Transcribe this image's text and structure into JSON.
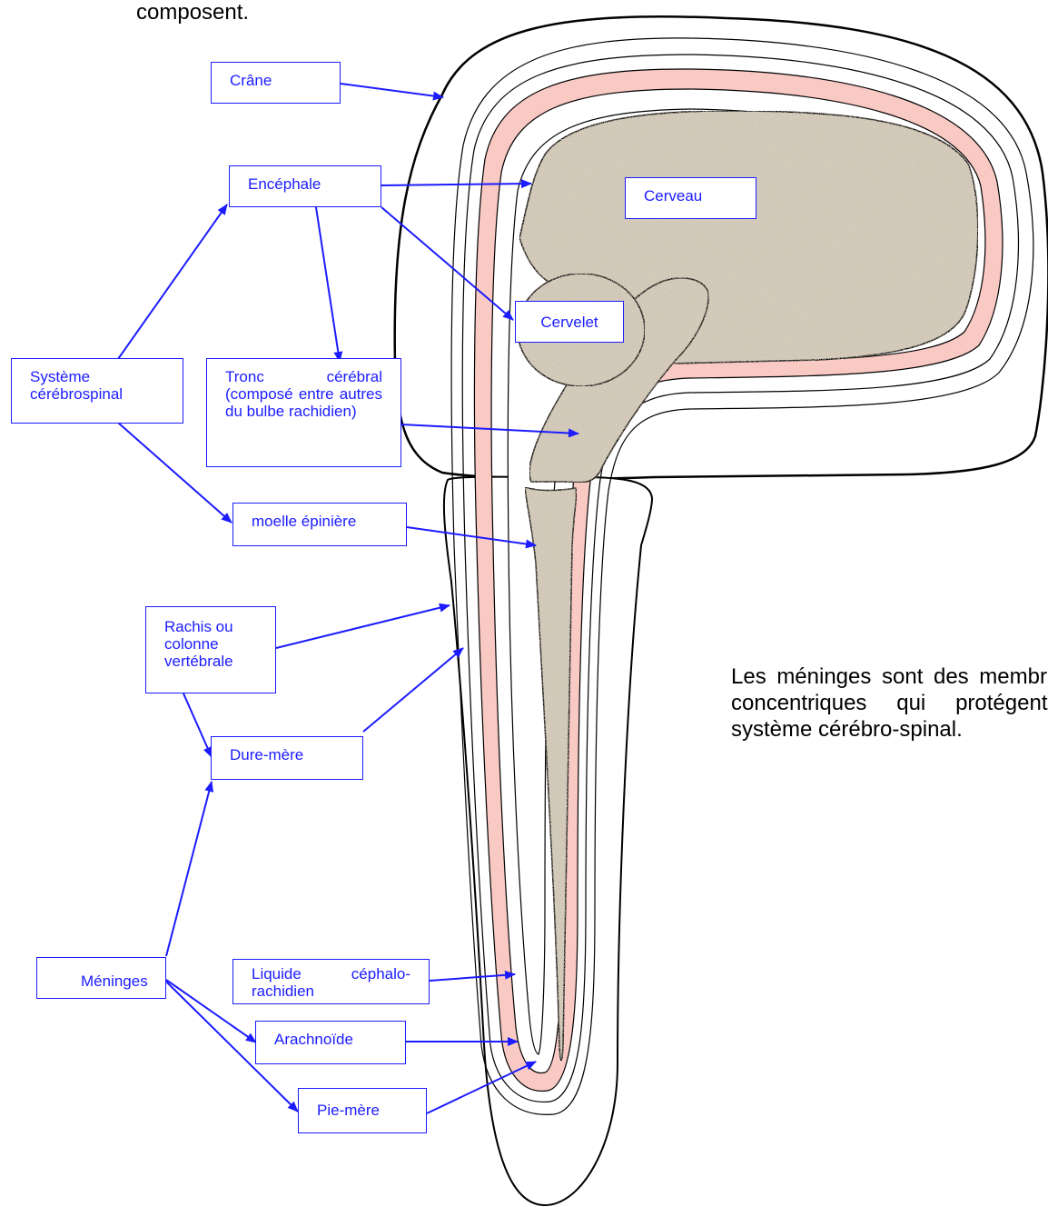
{
  "top_text": "composent.",
  "side_text": "Les méninges sont des membranes concentriques qui protégent le système cérébro-spinal.",
  "labels": {
    "crane": "Crâne",
    "encephale": "Encéphale",
    "cerveau": "Cerveau",
    "cervelet": "Cervelet",
    "systeme": "Système cérébrospinal",
    "tronc": "Tronc cérébral (composé entre autres du bulbe rachidien)",
    "moelle": "moelle épinière",
    "rachis": "Rachis ou colonne vertébrale",
    "dure_mere": "Dure-mère",
    "meninges": "Méninges",
    "liquide": "Liquide céphalo-rachidien",
    "arachnoide": "Arachnoïde",
    "pie_mere": "Pie-mère"
  },
  "colors": {
    "label": "#1c1cff",
    "arrow": "#1c1cff",
    "tissue": "#d6ccbc",
    "csf_layer": "#f9c9c4",
    "outline": "#000000"
  }
}
